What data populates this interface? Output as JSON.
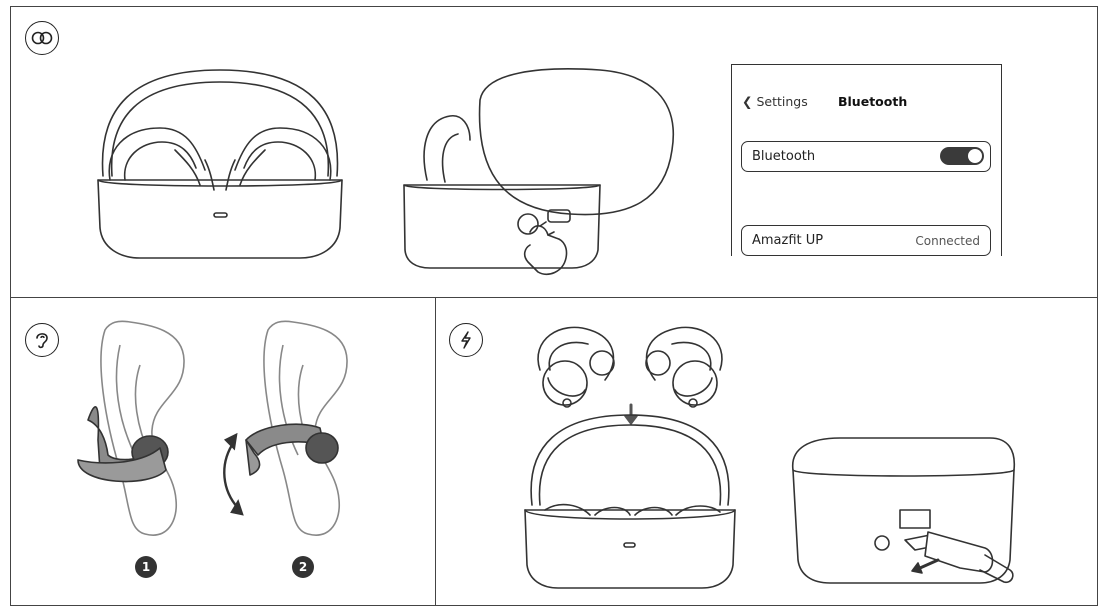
{
  "pairing": {
    "phone": {
      "back_label": "Settings",
      "title": "Bluetooth",
      "bluetooth_row_label": "Bluetooth",
      "bluetooth_on": true,
      "device_name": "Amazfit UP",
      "device_status": "Connected"
    }
  },
  "wearing": {
    "steps": [
      "1",
      "2"
    ]
  },
  "icons": {
    "pairing_badge": "link-rings-icon",
    "wearing_badge": "ear-icon",
    "charging_badge": "lightning-icon"
  },
  "colors": {
    "line": "#333333",
    "fill_gray": "#8a8a8a",
    "toggle_on": "#3a3a3a"
  }
}
